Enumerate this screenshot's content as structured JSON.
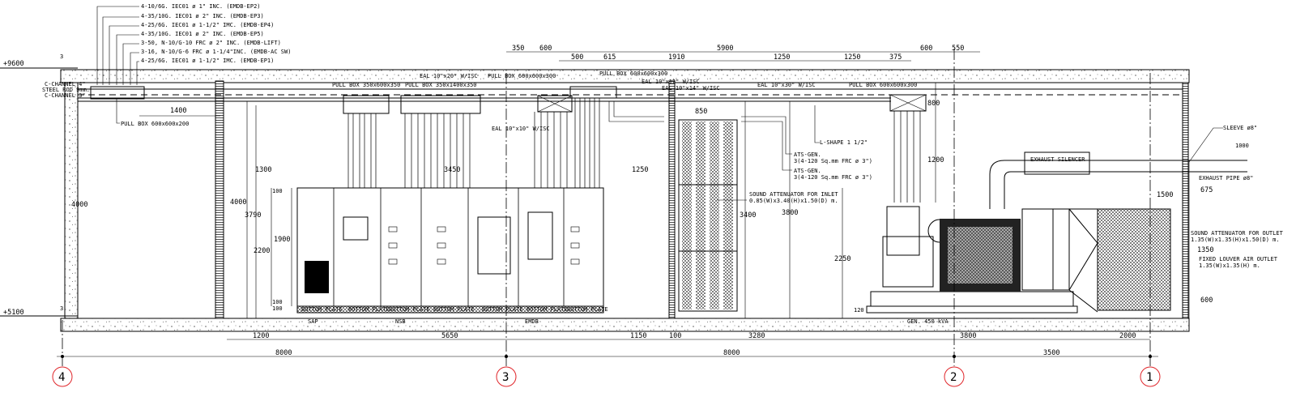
{
  "drawing": {
    "levels": {
      "top": "+9600",
      "bottom": "+5100",
      "top_tag": "3",
      "bottom_tag": "3"
    },
    "feeder_labels": [
      "4-10/6G. IEC01 ø 1\" INC. (EMDB-EP2)",
      "4-35/10G. IEC01 ø 2\" INC. (EMDB-EP3)",
      "4-25/6G. IEC01 ø 1-1/2\" IMC. (EMDB-EP4)",
      "4-35/10G. IEC01 ø 2\" INC. (EMDB-EP5)",
      "3-50, N-10/G-10 FRC ø 2\" INC. (EMDB-LIFT)",
      "3-16, N-10/G-6 FRC ø 1-1/4\"INC. (EMDB-AC SW)",
      "4-25/6G. IEC01 ø 1-1/2\" IMC. (EMDB-EP1)"
    ],
    "support_labels": [
      "C-CHANNEL 4\"",
      "STEEL ROD 9mm.",
      "C-CHANNEL 3\""
    ],
    "annotations": {
      "pull_box_1": "PULL BOX 600x600x200",
      "pull_box_2": "PULL BOX 350x600x350",
      "pull_box_3": "PULL BOX 350x1400x350",
      "pull_box_4": "PULL BOX 600x600x300",
      "pull_box_5": "PULL BOX 600x600x300",
      "pull_box_6": "PULL BOX 600x600x300",
      "eal_1": "EAL 10\"x20\" W/ISC",
      "eal_2": "EAL 10\"x10\" W/ISC",
      "eal_3": "EAL 10\"x12\" W/ISC",
      "eal_4": "EAL 10\"x14\" W/ISC",
      "eal_5": "EAL 10\"x30\" W/ISC",
      "ats_1a": "ATS-GEN.",
      "ats_1b": "3(4-120 Sq.mm FRC ø 3\")",
      "ats_2a": "ATS-GEN.",
      "ats_2b": "3(4-120 Sq.mm FRC ø 3\")",
      "l_shape": "L-SHAPE 1 1/2\"",
      "inlet_a": "SOUND ATTENUATOR FOR INLET",
      "inlet_b": "0.85(W)x3.40(H)x1.50(D) m.",
      "silencer": "EXHAUST SILENCER",
      "sleeve": "SLEEVE ø8\"",
      "exhaust_pipe": "EXHAUST PIPE ø8\"",
      "outlet_a": "SOUND ATTENUATOR FOR OUTLET",
      "outlet_b": "1.35(W)x1.35(H)x1.50(D) m.",
      "louver_a": "FIXED LOUVER AIR OUTLET",
      "louver_b": "1.35(W)x1.35(H) m.",
      "bottom_plate": "BOTTOM PLATE",
      "sap": "SAP",
      "nsb": "NSB",
      "emdb": "EMDB",
      "gen": "GEN. 450 kVA"
    },
    "top_dims_row1": [
      "350",
      "600",
      "5900",
      "600",
      "550"
    ],
    "top_dims_row2": [
      "500",
      "615",
      "1910",
      "1250",
      "1250",
      "375"
    ],
    "vertical_dims": [
      "4000",
      "4000",
      "3790",
      "2200",
      "1900",
      "3400",
      "3800",
      "2250",
      "800",
      "1200",
      "675",
      "1350",
      "600",
      "100",
      "100",
      "100",
      "120"
    ],
    "horizontal_dims": {
      "d1400": "1400",
      "d1300": "1300",
      "d3450": "3450",
      "d1250": "1250",
      "d850": "850",
      "d1500": "1500",
      "d1000": "1000"
    },
    "bottom_dims": [
      "1200",
      "5650",
      "1150",
      "100",
      "3280",
      "3800",
      "2000"
    ],
    "grid_dims": [
      "8000",
      "8000",
      "3500"
    ],
    "grid_labels": [
      "4",
      "3",
      "2",
      "1"
    ],
    "colors": {
      "grid_bubble": "#e0262b",
      "line": "#000000"
    }
  }
}
